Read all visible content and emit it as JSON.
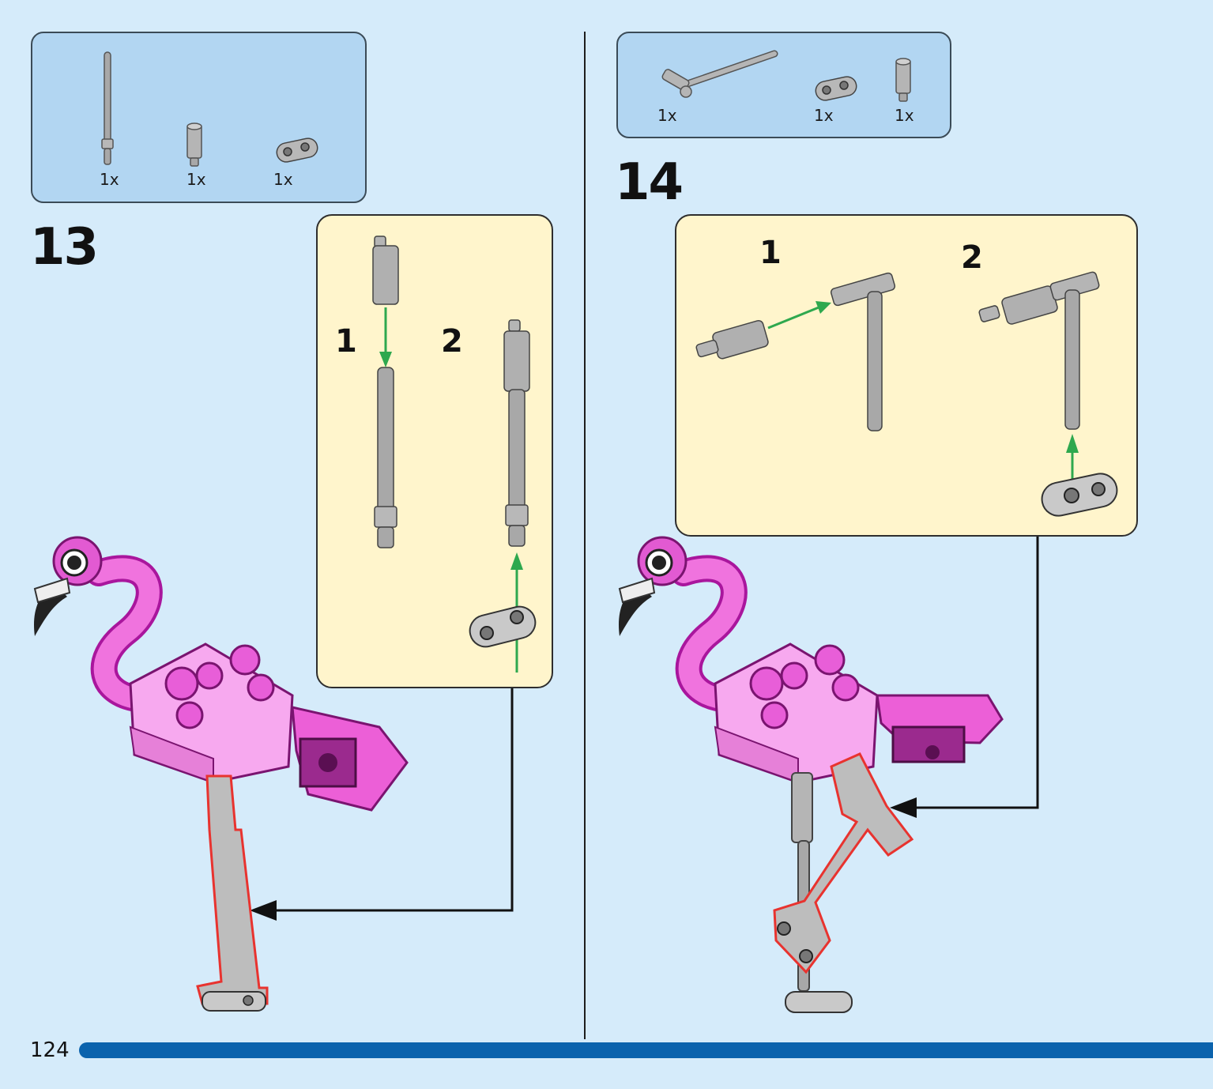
{
  "page": {
    "number": "124",
    "progress": 1.0
  },
  "colors": {
    "background": "#d5ebfa",
    "parts_box": "#b2d6f2",
    "callout": "#fff5cc",
    "progress_bar": "#0b63ad",
    "flamingo_pink": "#ec5fd7",
    "highlight": "#e8332f",
    "arrow_green": "#2ea84e"
  },
  "step13": {
    "number": "13",
    "parts": [
      {
        "icon": "long-bar-icon",
        "qty": "1x"
      },
      {
        "icon": "short-bar-icon",
        "qty": "1x"
      },
      {
        "icon": "plate-1x2-rounded-icon",
        "qty": "1x"
      }
    ],
    "substeps": [
      {
        "label": "1"
      },
      {
        "label": "2"
      }
    ]
  },
  "step14": {
    "number": "14",
    "parts": [
      {
        "icon": "bar-with-clip-icon",
        "qty": "1x"
      },
      {
        "icon": "plate-1x2-rounded-icon",
        "qty": "1x"
      },
      {
        "icon": "short-bar-icon",
        "qty": "1x"
      }
    ],
    "substeps": [
      {
        "label": "1"
      },
      {
        "label": "2"
      }
    ]
  }
}
